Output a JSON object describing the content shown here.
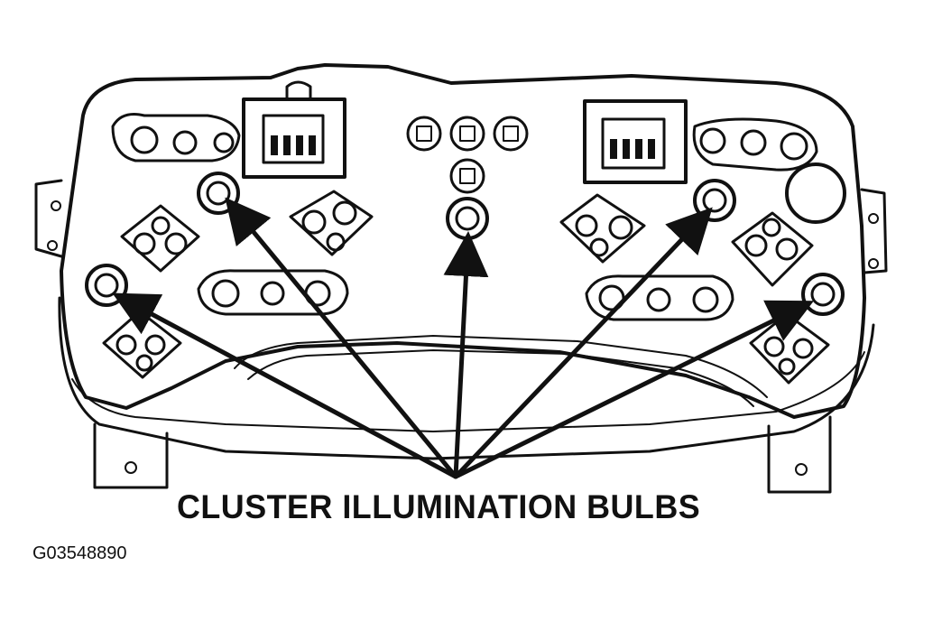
{
  "diagram": {
    "callout_label": "CLUSTER ILLUMINATION BULBS",
    "figure_id": "G03548890",
    "callout_count": 5,
    "ink_color": "#111111",
    "background_color": "#ffffff"
  }
}
